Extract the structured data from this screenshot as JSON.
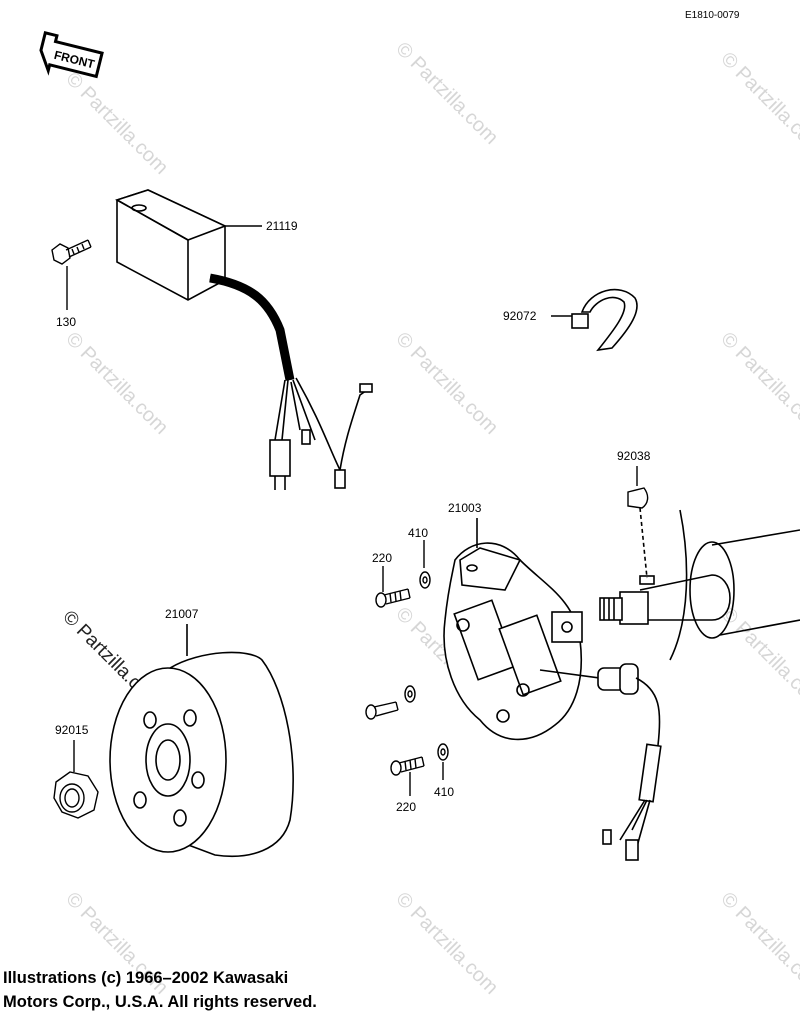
{
  "diagram_code": "E1810-0079",
  "front_label": "FRONT",
  "watermark": "© Partzilla.com",
  "parts": [
    {
      "id": "21119",
      "name": "cdi-unit"
    },
    {
      "id": "130",
      "name": "bolt"
    },
    {
      "id": "92072",
      "name": "band-clamp"
    },
    {
      "id": "92038",
      "name": "woodruff-key"
    },
    {
      "id": "21003",
      "name": "stator"
    },
    {
      "id": "410",
      "name": "washer"
    },
    {
      "id": "220",
      "name": "screw"
    },
    {
      "id": "21007",
      "name": "flywheel-rotor"
    },
    {
      "id": "92015",
      "name": "nut"
    },
    {
      "id": "220",
      "name": "screw-lower"
    },
    {
      "id": "410",
      "name": "washer-lower"
    }
  ],
  "footer": {
    "line1": "Illustrations (c) 1966–2002 Kawasaki",
    "line2": "Motors Corp., U.S.A.  All rights reserved."
  }
}
